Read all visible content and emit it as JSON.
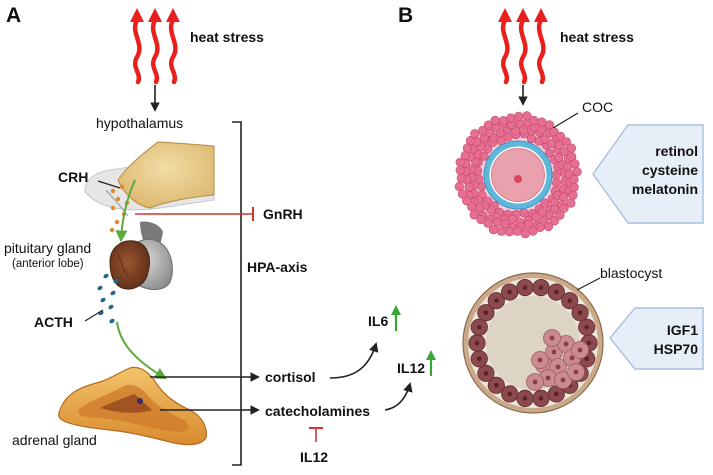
{
  "panels": [
    "A",
    "B"
  ],
  "panel_a": {
    "heat_stress": "heat stress",
    "hypothalamus": "hypothalamus",
    "crh": "CRH",
    "gnrh": "GnRH",
    "pituitary": "pituitary gland",
    "pituitary_sub": "(anterior lobe)",
    "hpa_axis": "HPA-axis",
    "acth": "ACTH",
    "adrenal": "adrenal gland",
    "cortisol": "cortisol",
    "catecholamines": "catecholamines",
    "il6": "IL6",
    "il12_up": "IL12",
    "il12_down": "IL12"
  },
  "panel_b": {
    "heat_stress": "heat stress",
    "coc": "COC",
    "coc_box": [
      "retinol",
      "cysteine",
      "melatonin"
    ],
    "blastocyst": "blastocyst",
    "blast_box": [
      "IGF1",
      "HSP70"
    ]
  },
  "colors": {
    "heat": "#e8201e",
    "inhibit": "#d9332e",
    "up_arrow": "#3aa63a",
    "green_path": "#5aaa3a",
    "callout_fill": "#e6eef8",
    "callout_stroke": "#a9bfdc",
    "coc_cells": "#e56f92",
    "zona": "#5fb8dc",
    "oocyte": "#e9a1ad",
    "blastocyst_cells": "#8d4a4e",
    "blastocoel": "#ddd4c4"
  }
}
